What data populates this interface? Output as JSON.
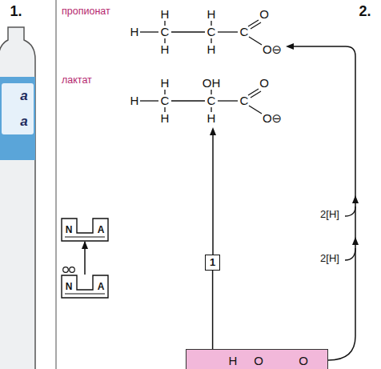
{
  "diagram": {
    "nodes": [
      {
        "text": [
          "N",
          "A"
        ]
      },
      {
        "text": [
          "N",
          "A"
        ]
      },
      {
        "text": [
          "1"
        ]
      },
      {
        "text": [
          "H",
          "O",
          "O"
        ]
      }
    ],
    "edges": [
      {
        "from": 3,
        "to": 2,
        "arrow": "none"
      },
      {
        "from": 1,
        "to": 0,
        "arrow": "to"
      }
    ],
    "labels": [
      "1.",
      "а",
      "а",
      "пропионат",
      "2.",
      "H",
      "H",
      "O",
      "H",
      "C",
      "C",
      "C",
      "H",
      "H",
      "O⊖",
      "лактат",
      "H",
      "OH",
      "O",
      "H",
      "C",
      "C",
      "C",
      "H",
      "H",
      "O⊖",
      "2[H]",
      "2[H]"
    ]
  }
}
